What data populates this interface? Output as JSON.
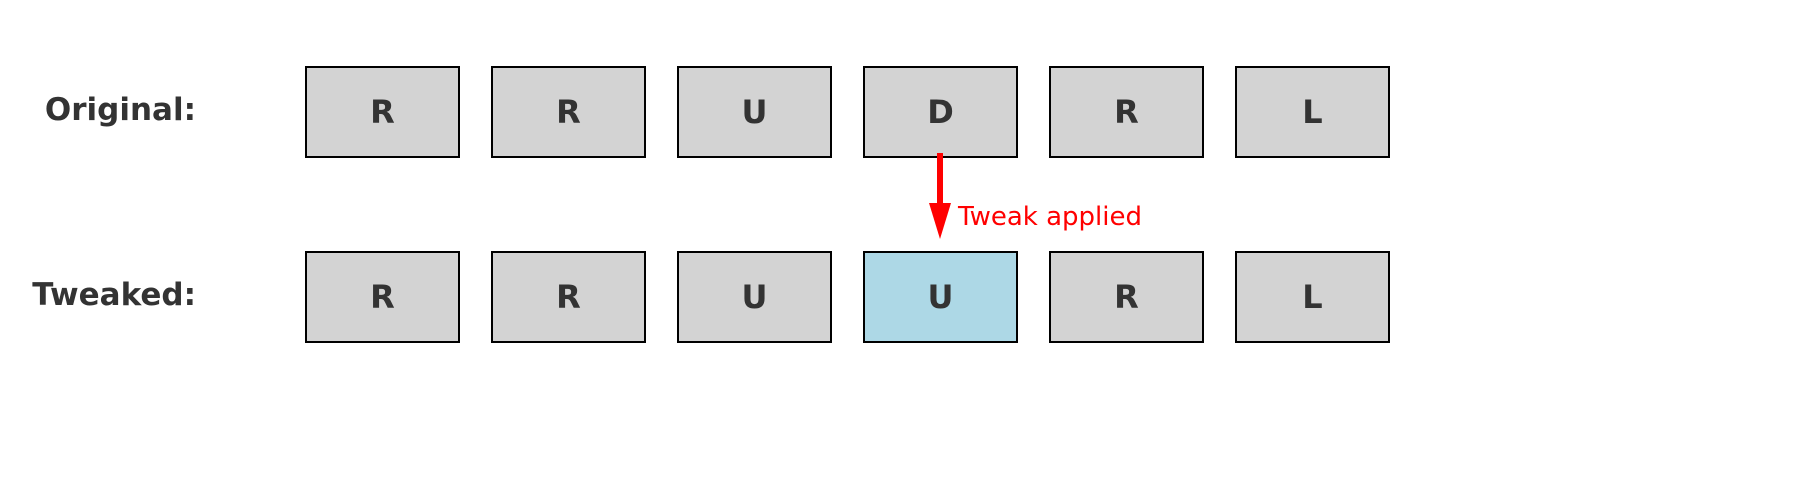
{
  "rows": {
    "original": {
      "label": "Original:",
      "cells": [
        "R",
        "R",
        "U",
        "D",
        "R",
        "L"
      ]
    },
    "tweaked": {
      "label": "Tweaked:",
      "cells": [
        "R",
        "R",
        "U",
        "U",
        "R",
        "L"
      ],
      "changed_index": 3
    }
  },
  "annotation": {
    "text": "Tweak applied",
    "color": "#ff0000"
  },
  "colors": {
    "cell_fill": "#d3d3d3",
    "changed_fill": "#add8e6",
    "text": "#333333",
    "border": "#000000"
  }
}
